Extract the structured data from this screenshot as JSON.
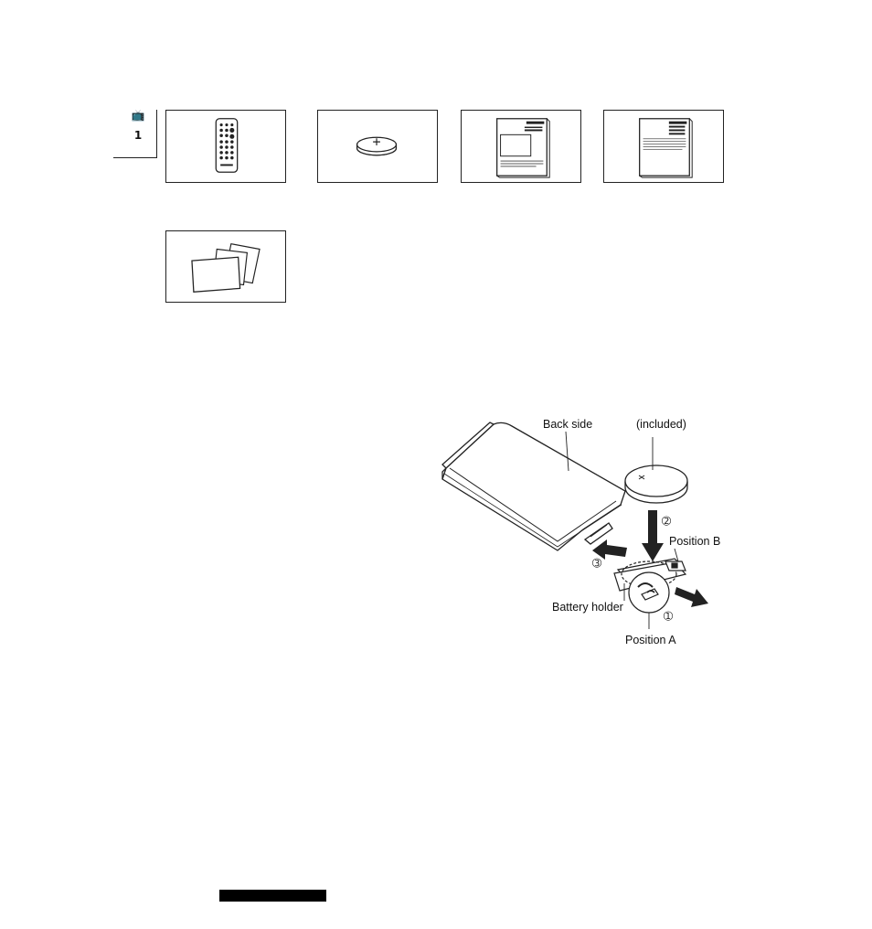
{
  "side_tab": {
    "icon": "tv-icon",
    "page_number": "1"
  },
  "accessories": [
    {
      "icon": "remote-control-icon"
    },
    {
      "icon": "coin-battery-icon"
    },
    {
      "icon": "operating-instructions-booklet-icon"
    },
    {
      "icon": "booklet-icon"
    },
    {
      "icon": "leaflets-icon"
    }
  ],
  "diagram": {
    "back_side_label": "Back side",
    "included_label": "(included)",
    "position_b_label": "Position B",
    "battery_holder_label": "Battery holder",
    "position_a_label": "Position A",
    "step1": "➀",
    "step2": "➁",
    "step3": "➂"
  }
}
